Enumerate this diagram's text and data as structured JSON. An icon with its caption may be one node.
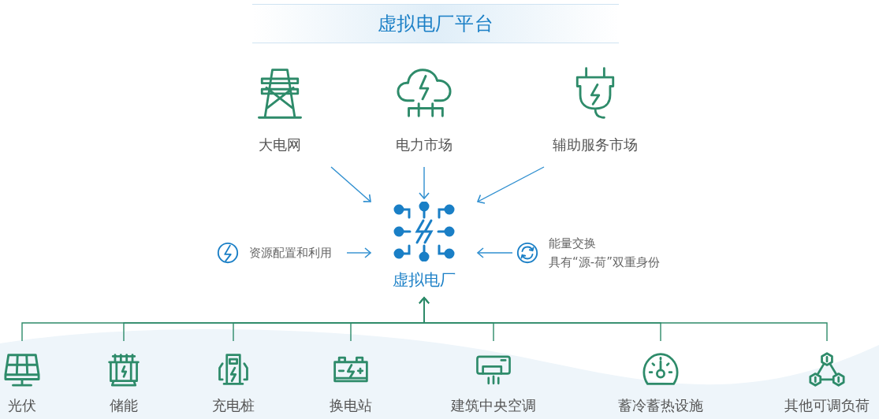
{
  "diagram": {
    "nodes": [
      {
        "text": [
          "虚拟电厂平台"
        ]
      },
      {
        "text": [
          "大电网"
        ]
      },
      {
        "text": [
          "电力市场"
        ]
      },
      {
        "text": [
          "辅助服务市场"
        ]
      },
      {
        "text": [
          "虚拟电厂"
        ]
      },
      {
        "text": [
          "资源配置和利用"
        ]
      },
      {
        "text": [
          "能量交换",
          "具有“源-荷”双重身份"
        ]
      },
      {
        "text": [
          "光伏"
        ]
      },
      {
        "text": [
          "储能"
        ]
      },
      {
        "text": [
          "充电桩"
        ]
      },
      {
        "text": [
          "换电站"
        ]
      },
      {
        "text": [
          "建筑中央空调"
        ]
      },
      {
        "text": [
          "蓄冷蓄热设施"
        ]
      },
      {
        "text": [
          "其他可调负荷"
        ]
      }
    ],
    "edges": [
      {
        "from": 1,
        "to": 4,
        "arrow": "to",
        "color": "#2f8fd0"
      },
      {
        "from": 2,
        "to": 4,
        "arrow": "to",
        "color": "#2f8fd0"
      },
      {
        "from": 3,
        "to": 4,
        "arrow": "to",
        "color": "#2f8fd0"
      },
      {
        "from": 5,
        "to": 4,
        "arrow": "to",
        "color": "#2f8fd0"
      },
      {
        "from": 6,
        "to": 4,
        "arrow": "to",
        "color": "#2f8fd0"
      },
      {
        "from": 7,
        "to": 4,
        "arrow": "to"
      },
      {
        "from": 8,
        "to": 4,
        "arrow": "to"
      },
      {
        "from": 9,
        "to": 4,
        "arrow": "to"
      },
      {
        "from": 10,
        "to": 4,
        "arrow": "to"
      },
      {
        "from": 11,
        "to": 4,
        "arrow": "to"
      },
      {
        "from": 12,
        "to": 4,
        "arrow": "to"
      },
      {
        "from": 13,
        "to": 4,
        "arrow": "to"
      }
    ]
  }
}
